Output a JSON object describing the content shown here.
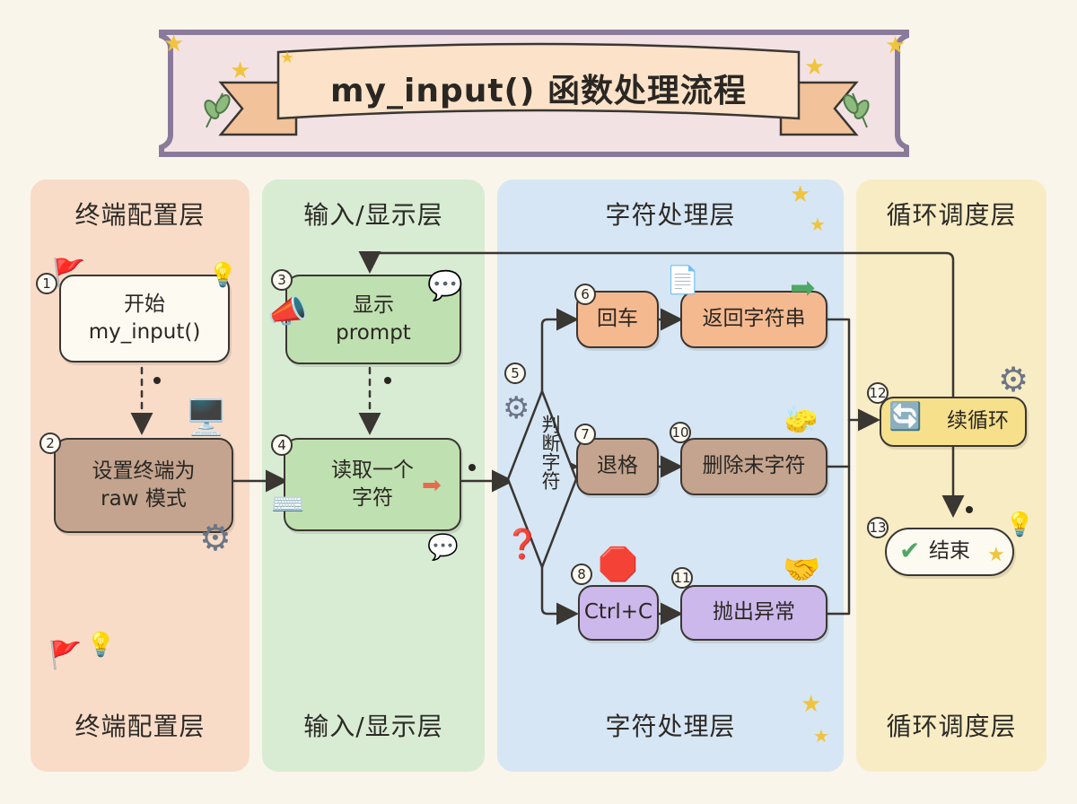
{
  "title": "my_input() 函数处理流程",
  "lanes": [
    {
      "label": "终端配置层",
      "color": "#f8dcc8"
    },
    {
      "label": "输入/显示层",
      "color": "#d8ecd4"
    },
    {
      "label": "字符处理层",
      "color": "#d6e6f4"
    },
    {
      "label": "循环调度层",
      "color": "#f8ecc4"
    }
  ],
  "nodes": {
    "n1": {
      "num": "1",
      "label": "开始\nmy_input()"
    },
    "n2": {
      "num": "2",
      "label": "设置终端为\nraw 模式"
    },
    "n3": {
      "num": "3",
      "label": "显示\nprompt"
    },
    "n4": {
      "num": "4",
      "label": "读取一个\n字符"
    },
    "n5": {
      "num": "5",
      "label": "判断字符"
    },
    "n6": {
      "num": "6",
      "label": "回车"
    },
    "n7": {
      "num": "7",
      "label": "退格"
    },
    "n8": {
      "num": "8",
      "label": "Ctrl+C"
    },
    "n9": {
      "label": "返回字符串"
    },
    "n10": {
      "num": "10",
      "label": "删除末字符"
    },
    "n11": {
      "num": "11",
      "label": "抛出异常"
    },
    "n12": {
      "num": "12",
      "label": "续循环"
    },
    "n13": {
      "num": "13",
      "label": "结束"
    }
  },
  "colors": {
    "white": "#fdfaf2",
    "brown": "#c4a48e",
    "green": "#bfe0b0",
    "orange": "#f5b990",
    "purple": "#cdb8ec",
    "yellow": "#f6e08c"
  },
  "icons": [
    "flag-icon",
    "bulb-icon",
    "computer-icon",
    "gear-icon",
    "megaphone-icon",
    "chat-icon",
    "keyboard-icon",
    "question-icon",
    "document-icon",
    "arrow-icon",
    "eraser-icon",
    "stop-icon",
    "handshake-icon",
    "recycle-icon",
    "check-icon",
    "star-icon",
    "leaf-icon"
  ]
}
